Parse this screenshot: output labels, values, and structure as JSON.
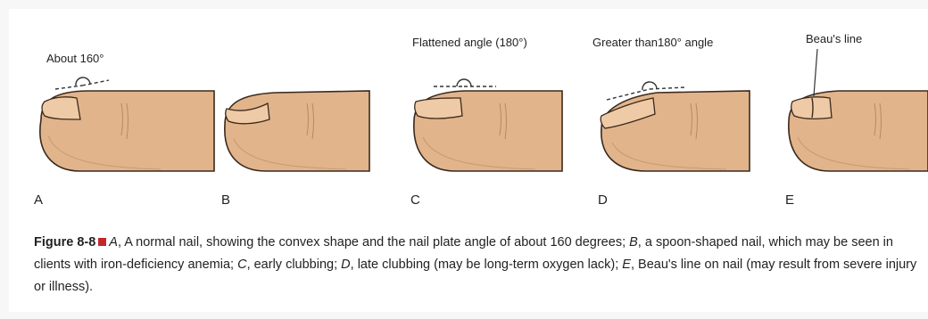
{
  "figure": {
    "annotations": {
      "a": "About 160°",
      "c": "Flattened angle (180°)",
      "d": "Greater than180° angle",
      "e": "Beau's line"
    },
    "letters": [
      "A",
      "B",
      "C",
      "D",
      "E"
    ],
    "caption": {
      "fig_label": "Figure 8-8",
      "parts": [
        {
          "letter": "A",
          "text": ", A normal nail, showing the convex shape and the nail plate angle of about 160 degrees; "
        },
        {
          "letter": "B",
          "text": ", a spoon-shaped nail, which may be seen in clients with iron-deficiency anemia; "
        },
        {
          "letter": "C",
          "text": ", early clubbing; "
        },
        {
          "letter": "D",
          "text": ", late clubbing (may be long-term oxygen lack); "
        },
        {
          "letter": "E",
          "text": ", Beau's line on nail (may result from severe injury or illness)."
        }
      ]
    }
  },
  "colors": {
    "skin": "#e2b48c",
    "outline": "#3a2a1c",
    "caption_marker": "#c1272d"
  }
}
